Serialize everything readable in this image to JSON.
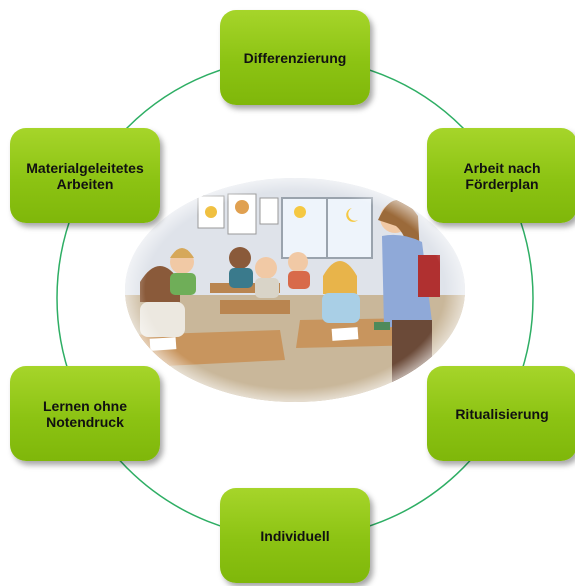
{
  "diagram": {
    "ring_color": "#2eae64",
    "node_color": "#8cc313",
    "nodes": [
      {
        "label": "Differenzierung"
      },
      {
        "label": "Arbeit nach\nFörderplan"
      },
      {
        "label": "Ritualisierung"
      },
      {
        "label": "Individuell"
      },
      {
        "label": "Lernen ohne\nNotendruck"
      },
      {
        "label": "Materialgeleitetes\nArbeiten"
      }
    ],
    "center_image": "classroom-illustration"
  }
}
